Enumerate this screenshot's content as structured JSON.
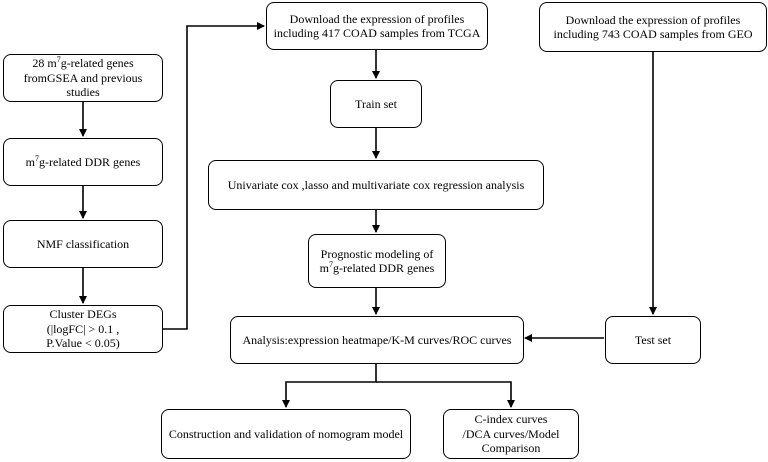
{
  "nodes": {
    "genes_source": {
      "pre": "28 m",
      "sup": "7",
      "post": "g-related genes",
      "line2": "fromGSEA and previous studies"
    },
    "ddr_genes": {
      "pre": "m",
      "sup": "7",
      "post": "g-related DDR genes"
    },
    "nmf": {
      "text": "NMF classification"
    },
    "cluster_degs": {
      "line1": "Cluster DEGs",
      "line2": "(|logFC| > 0.1 ,",
      "line3": "P.Value < 0.05)"
    },
    "tcga_download": {
      "line1": "Download the expression of  profiles",
      "line2": "including 417 COAD samples from TCGA"
    },
    "geo_download": {
      "line1": "Download the expression of  profiles",
      "line2": "including 743 COAD samples from GEO"
    },
    "train_set": {
      "text": "Train set"
    },
    "regression": {
      "text": "Univariate cox ,lasso and multivariate cox regression analysis"
    },
    "prognostic": {
      "line1": "Prognostic modeling of",
      "pre": "m",
      "sup": "7",
      "post": "g-related DDR genes"
    },
    "analysis": {
      "text": "Analysis:expression heatmape/K-M curves/ROC curves"
    },
    "test_set": {
      "text": "Test set"
    },
    "nomogram": {
      "text": "Construction and validation of nomogram model"
    },
    "cindex": {
      "line1": "C-index curves",
      "line2": "/DCA curves/Model",
      "line3": "Comparison"
    }
  }
}
